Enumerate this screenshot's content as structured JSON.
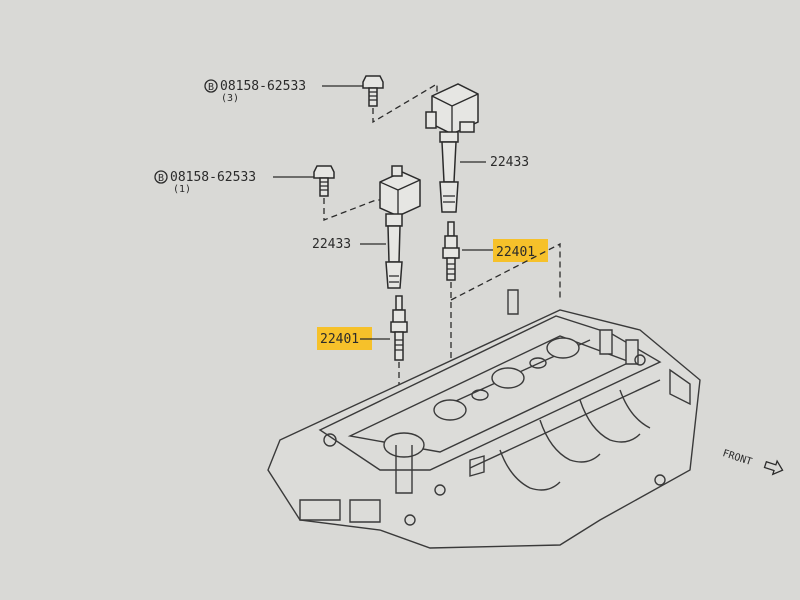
{
  "parts": {
    "bolt_upper": {
      "symbol": "B",
      "part_number": "08158-62533",
      "quantity": "(3)"
    },
    "bolt_lower": {
      "symbol": "B",
      "part_number": "08158-62533",
      "quantity": "(1)"
    },
    "coil_upper": {
      "part_number": "22433"
    },
    "coil_lower": {
      "part_number": "22433"
    },
    "plug_upper": {
      "part_number": "22401"
    },
    "plug_lower": {
      "part_number": "22401"
    }
  },
  "direction_label": "FRONT",
  "colors": {
    "highlight": "#f6c12a",
    "line": "#2b2b2b",
    "paper": "#d9d9d6"
  }
}
